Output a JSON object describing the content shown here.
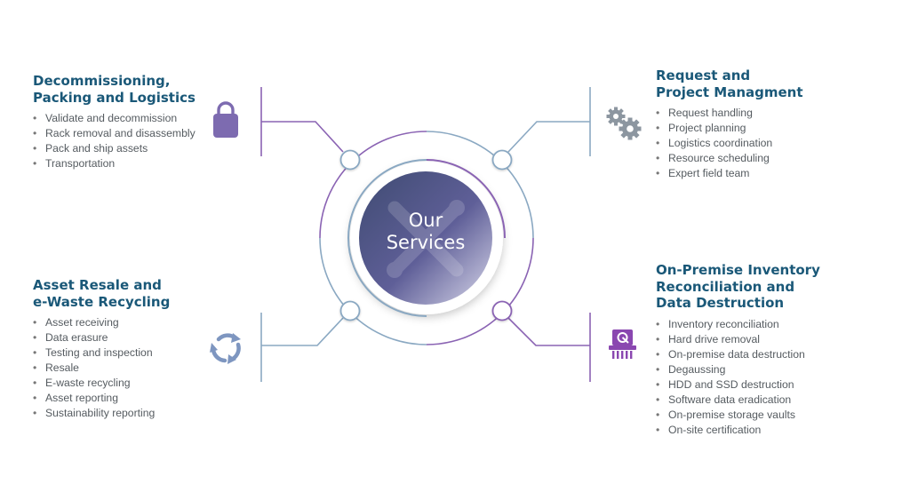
{
  "center": {
    "line1": "Our",
    "line2": "Services"
  },
  "colors": {
    "title": "#1a5878",
    "bullet_text": "#555b60",
    "purple_accent": "#8a63b3",
    "slate_accent": "#8aa8c2",
    "icon_purple": "#7d6bb0",
    "icon_blue": "#7e96c0",
    "icon_gray": "#8c96a0",
    "center_dark": "#454f77",
    "center_light": "#c8c7df"
  },
  "quadrants": [
    {
      "id": "top-left",
      "title_lines": [
        "Decommissioning,",
        "Packing and Logistics"
      ],
      "icon": "padlock-icon",
      "items": [
        "Validate and decommission",
        "Rack removal and disassembly",
        "Pack and ship assets",
        "Transportation"
      ]
    },
    {
      "id": "top-right",
      "title_lines": [
        "Request and",
        "Project Managment"
      ],
      "icon": "gears-icon",
      "items": [
        "Request handling",
        "Project planning",
        "Logistics coordination",
        "Resource scheduling",
        "Expert field team"
      ]
    },
    {
      "id": "bottom-left",
      "title_lines": [
        "Asset Resale and",
        "e-Waste Recycling"
      ],
      "icon": "recycle-icon",
      "items": [
        "Asset receiving",
        "Data erasure",
        "Testing and inspection",
        "Resale",
        "E-waste recycling",
        "Asset reporting",
        "Sustainability reporting"
      ]
    },
    {
      "id": "bottom-right",
      "title_lines": [
        "On-Premise Inventory",
        "Reconciliation and",
        "Data Destruction"
      ],
      "icon": "drive-shredder-icon",
      "items": [
        "Inventory reconciliation",
        "Hard drive removal",
        "On-premise data destruction",
        "Degaussing",
        "HDD and SSD destruction",
        "Software data eradication",
        "On-premise storage vaults",
        "On-site certification"
      ]
    }
  ]
}
